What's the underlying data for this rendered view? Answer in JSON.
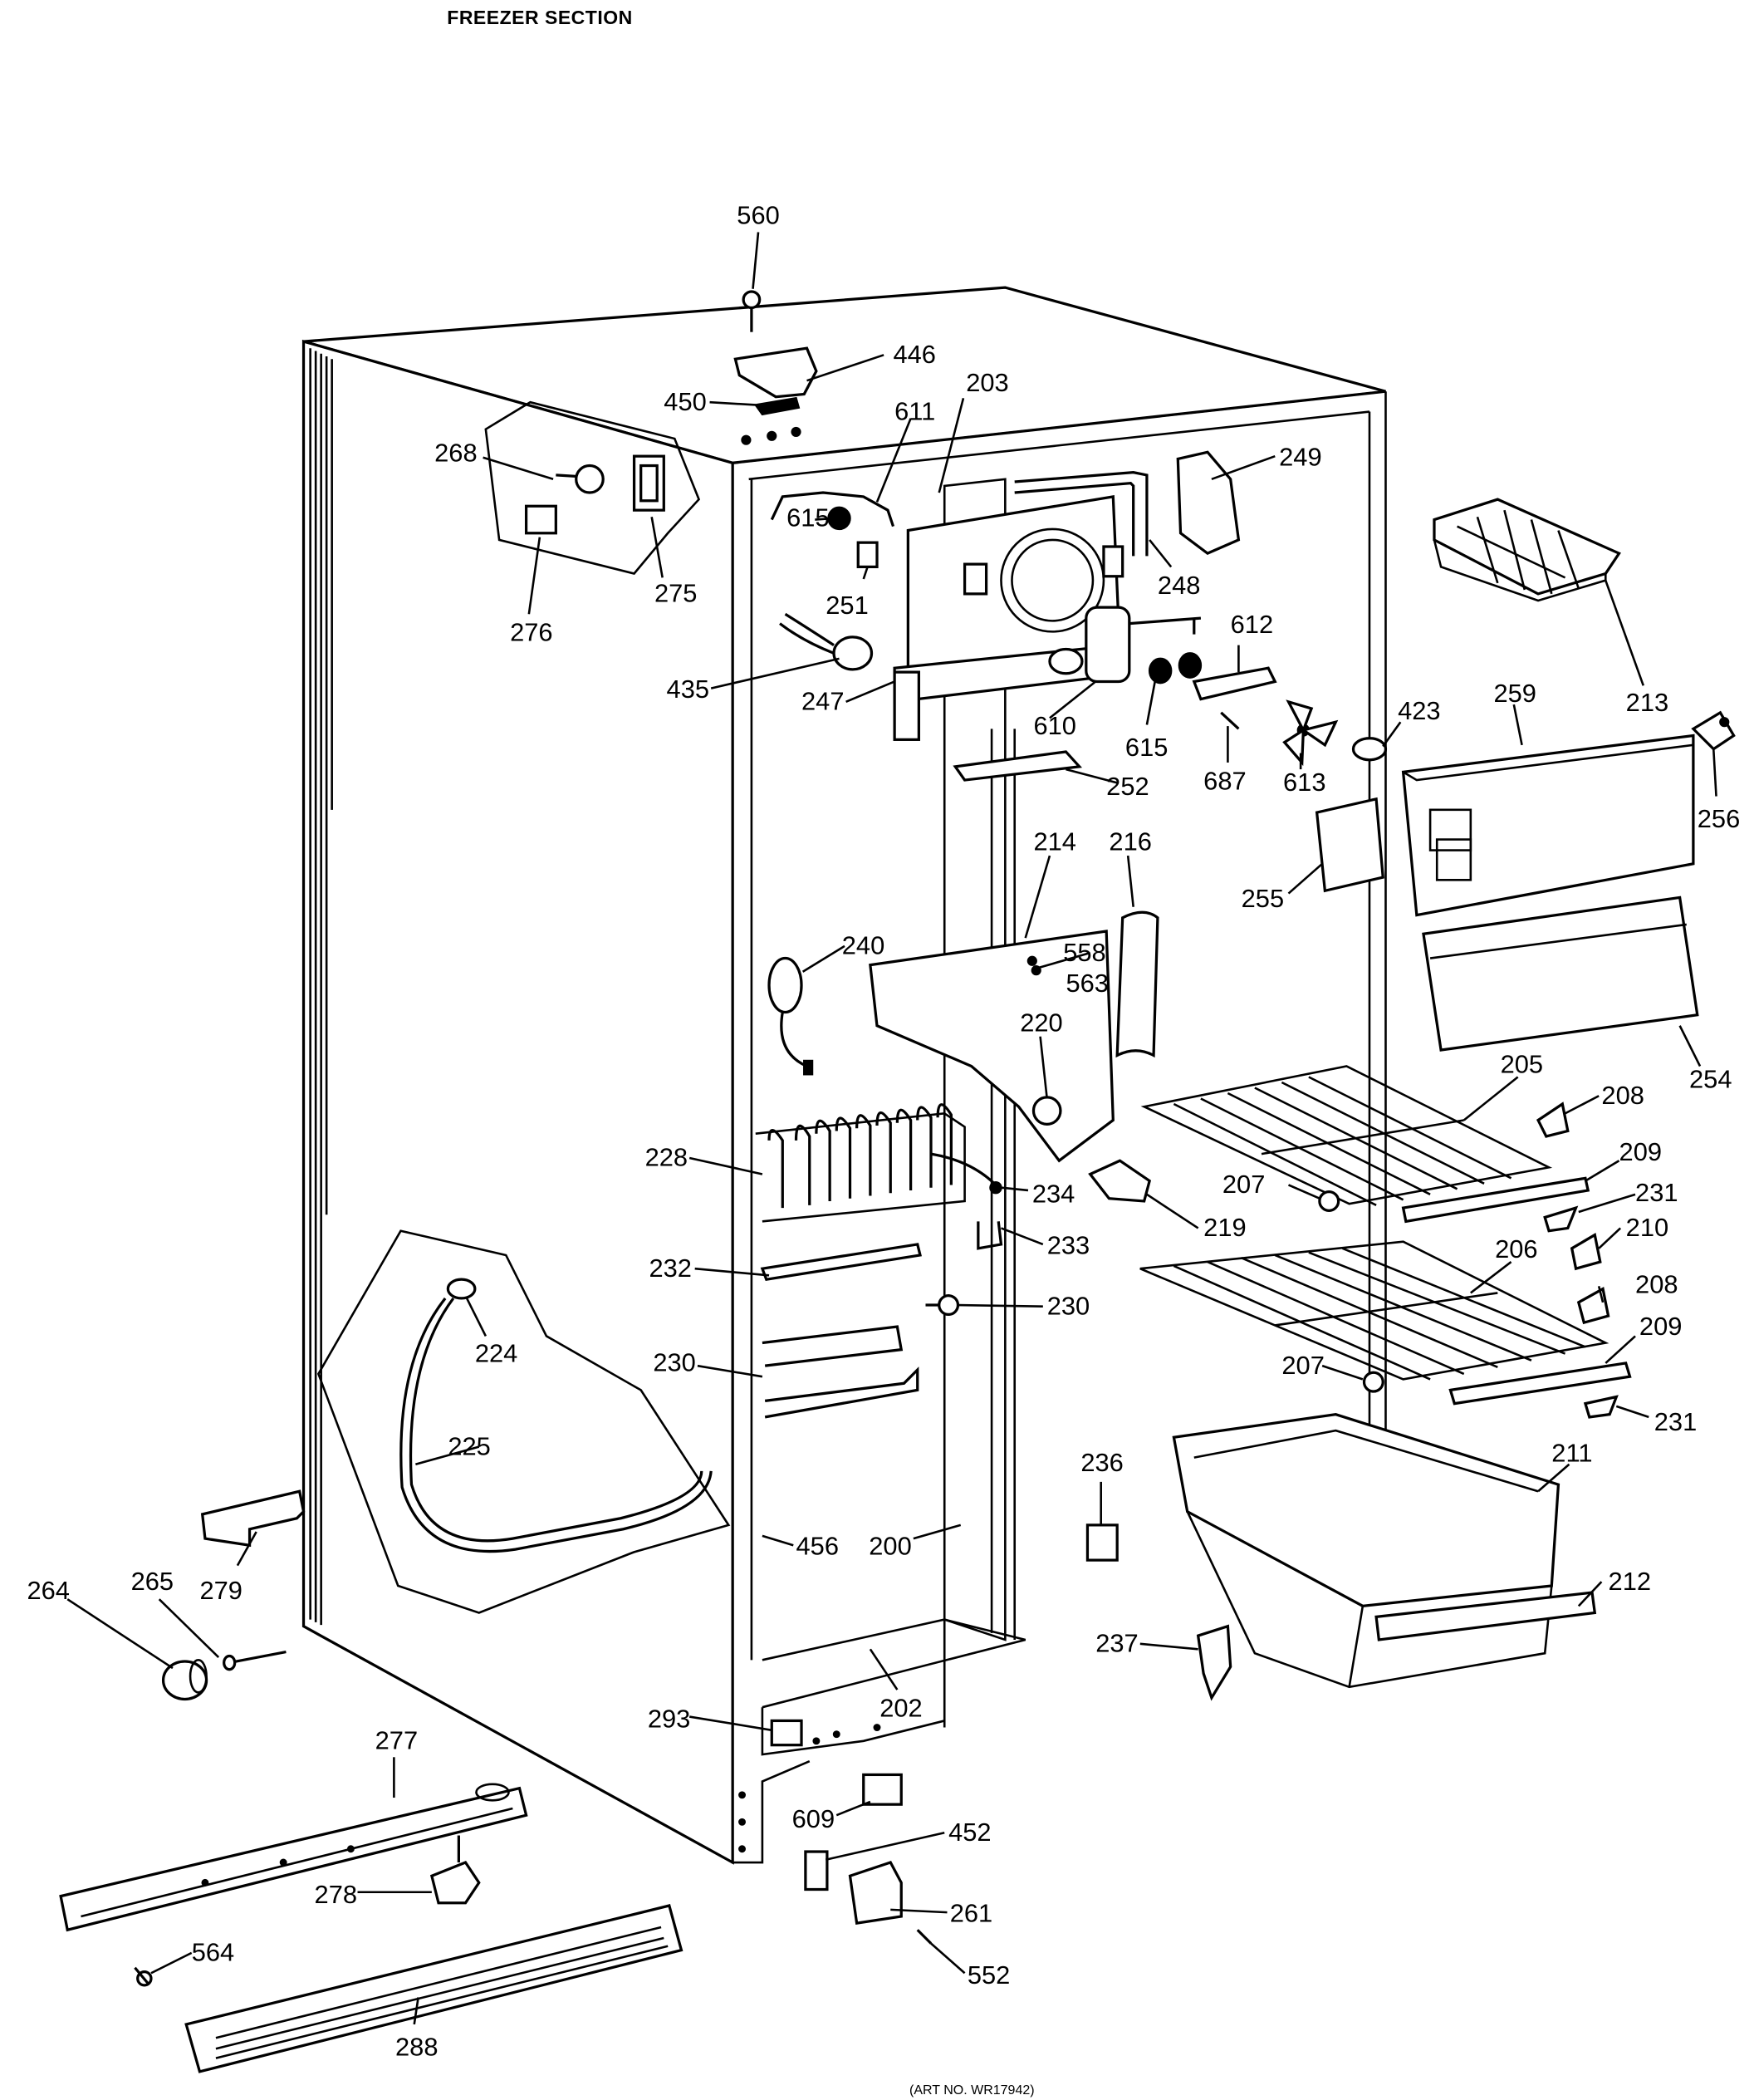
{
  "title": "FREEZER SECTION",
  "art_number": "(ART NO. WR17942)",
  "callouts": [
    {
      "id": "c560",
      "text": "560"
    },
    {
      "id": "c446",
      "text": "446"
    },
    {
      "id": "c450",
      "text": "450"
    },
    {
      "id": "c611",
      "text": "611"
    },
    {
      "id": "c203",
      "text": "203"
    },
    {
      "id": "c249",
      "text": "249"
    },
    {
      "id": "c268",
      "text": "268"
    },
    {
      "id": "c275",
      "text": "275"
    },
    {
      "id": "c276",
      "text": "276"
    },
    {
      "id": "c615a",
      "text": "615"
    },
    {
      "id": "c251",
      "text": "251"
    },
    {
      "id": "c248",
      "text": "248"
    },
    {
      "id": "c435",
      "text": "435"
    },
    {
      "id": "c247",
      "text": "247"
    },
    {
      "id": "c610",
      "text": "610"
    },
    {
      "id": "c615b",
      "text": "615"
    },
    {
      "id": "c612",
      "text": "612"
    },
    {
      "id": "c687",
      "text": "687"
    },
    {
      "id": "c613",
      "text": "613"
    },
    {
      "id": "c423",
      "text": "423"
    },
    {
      "id": "c259",
      "text": "259"
    },
    {
      "id": "c213",
      "text": "213"
    },
    {
      "id": "c256",
      "text": "256"
    },
    {
      "id": "c252",
      "text": "252"
    },
    {
      "id": "c214",
      "text": "214"
    },
    {
      "id": "c216",
      "text": "216"
    },
    {
      "id": "c255",
      "text": "255"
    },
    {
      "id": "c240",
      "text": "240"
    },
    {
      "id": "c558",
      "text": "558"
    },
    {
      "id": "c563",
      "text": "563"
    },
    {
      "id": "c220",
      "text": "220"
    },
    {
      "id": "c254",
      "text": "254"
    },
    {
      "id": "c205",
      "text": "205"
    },
    {
      "id": "c208a",
      "text": "208"
    },
    {
      "id": "c228",
      "text": "228"
    },
    {
      "id": "c234",
      "text": "234"
    },
    {
      "id": "c207a",
      "text": "207"
    },
    {
      "id": "c209a",
      "text": "209"
    },
    {
      "id": "c219",
      "text": "219"
    },
    {
      "id": "c231a",
      "text": "231"
    },
    {
      "id": "c233",
      "text": "233"
    },
    {
      "id": "c210",
      "text": "210"
    },
    {
      "id": "c232",
      "text": "232"
    },
    {
      "id": "c206",
      "text": "206"
    },
    {
      "id": "c208b",
      "text": "208"
    },
    {
      "id": "c224",
      "text": "224"
    },
    {
      "id": "c230a",
      "text": "230"
    },
    {
      "id": "c230b",
      "text": "230"
    },
    {
      "id": "c209b",
      "text": "209"
    },
    {
      "id": "c207b",
      "text": "207"
    },
    {
      "id": "c231b",
      "text": "231"
    },
    {
      "id": "c225",
      "text": "225"
    },
    {
      "id": "c236",
      "text": "236"
    },
    {
      "id": "c211",
      "text": "211"
    },
    {
      "id": "c456",
      "text": "456"
    },
    {
      "id": "c200",
      "text": "200"
    },
    {
      "id": "c279",
      "text": "279"
    },
    {
      "id": "c212",
      "text": "212"
    },
    {
      "id": "c264",
      "text": "264"
    },
    {
      "id": "c265",
      "text": "265"
    },
    {
      "id": "c237",
      "text": "237"
    },
    {
      "id": "c202",
      "text": "202"
    },
    {
      "id": "c293",
      "text": "293"
    },
    {
      "id": "c277",
      "text": "277"
    },
    {
      "id": "c609",
      "text": "609"
    },
    {
      "id": "c452",
      "text": "452"
    },
    {
      "id": "c278",
      "text": "278"
    },
    {
      "id": "c261",
      "text": "261"
    },
    {
      "id": "c564",
      "text": "564"
    },
    {
      "id": "c552",
      "text": "552"
    },
    {
      "id": "c288",
      "text": "288"
    }
  ]
}
